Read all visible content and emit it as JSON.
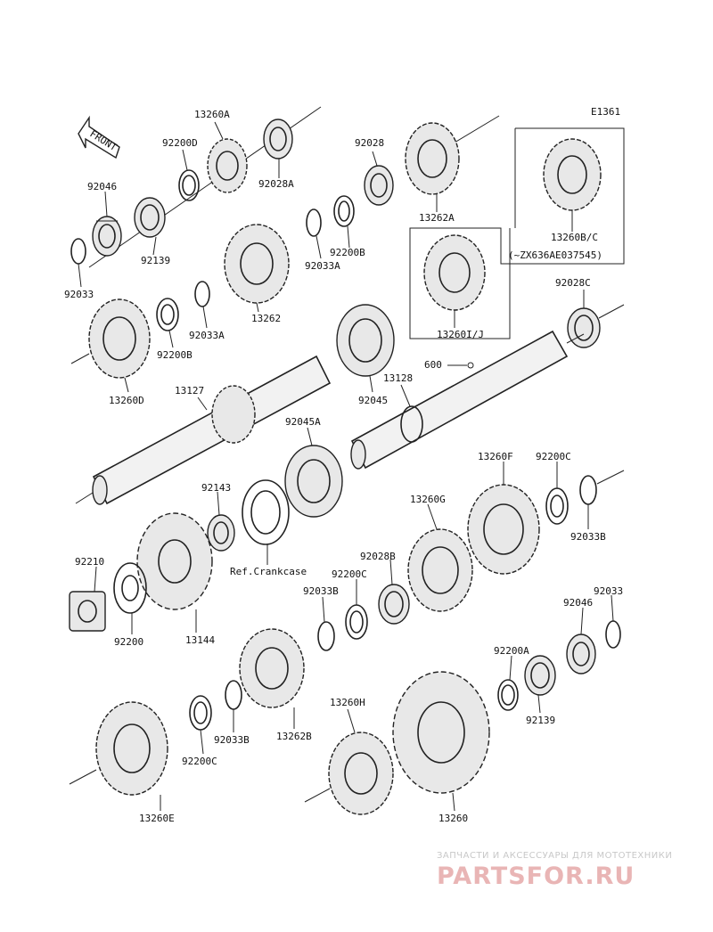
{
  "diagram_code": "E1361",
  "front_label": "FRONT",
  "callouts": {
    "p13260A": "13260A",
    "p92200D": "92200D",
    "p92028A": "92028A",
    "p92028": "92028",
    "p92046_top": "92046",
    "p92139_top": "92139",
    "p92033_top": "92033",
    "p13262A": "13262A",
    "p92200B_top": "92200B",
    "p92033A_top": "92033A",
    "p13260BC": "13260B/C",
    "p_serial": "(~ZX636AE037545)",
    "p13262": "13262",
    "p92033A_mid": "92033A",
    "p92200B_mid": "92200B",
    "p13260IJ": "13260I/J",
    "p92028C": "92028C",
    "p13260D": "13260D",
    "p600": "600",
    "p13127": "13127",
    "p13128": "13128",
    "p92045": "92045",
    "p92045A": "92045A",
    "p13260F": "13260F",
    "p92200C_top": "92200C",
    "p92143": "92143",
    "p13260G": "13260G",
    "p92033B_top": "92033B",
    "p92210": "92210",
    "p_ref_crankcase": "Ref.Crankcase",
    "p92028B": "92028B",
    "p92200C_mid": "92200C",
    "p92033B_mid": "92033B",
    "p92033_bot": "92033",
    "p92046_bot": "92046",
    "p92200": "92200",
    "p13144": "13144",
    "p92200A": "92200A",
    "p92139_bot": "92139",
    "p92033B_bot": "92033B",
    "p13262B": "13262B",
    "p13260H": "13260H",
    "p92200C_bot": "92200C",
    "p13260E": "13260E",
    "p13260": "13260"
  },
  "watermark": {
    "tagline": "ЗАПЧАСТИ И АКСЕССУАРЫ ДЛЯ МОТОТЕХНИКИ",
    "brand": "PARTSFOR.RU"
  }
}
